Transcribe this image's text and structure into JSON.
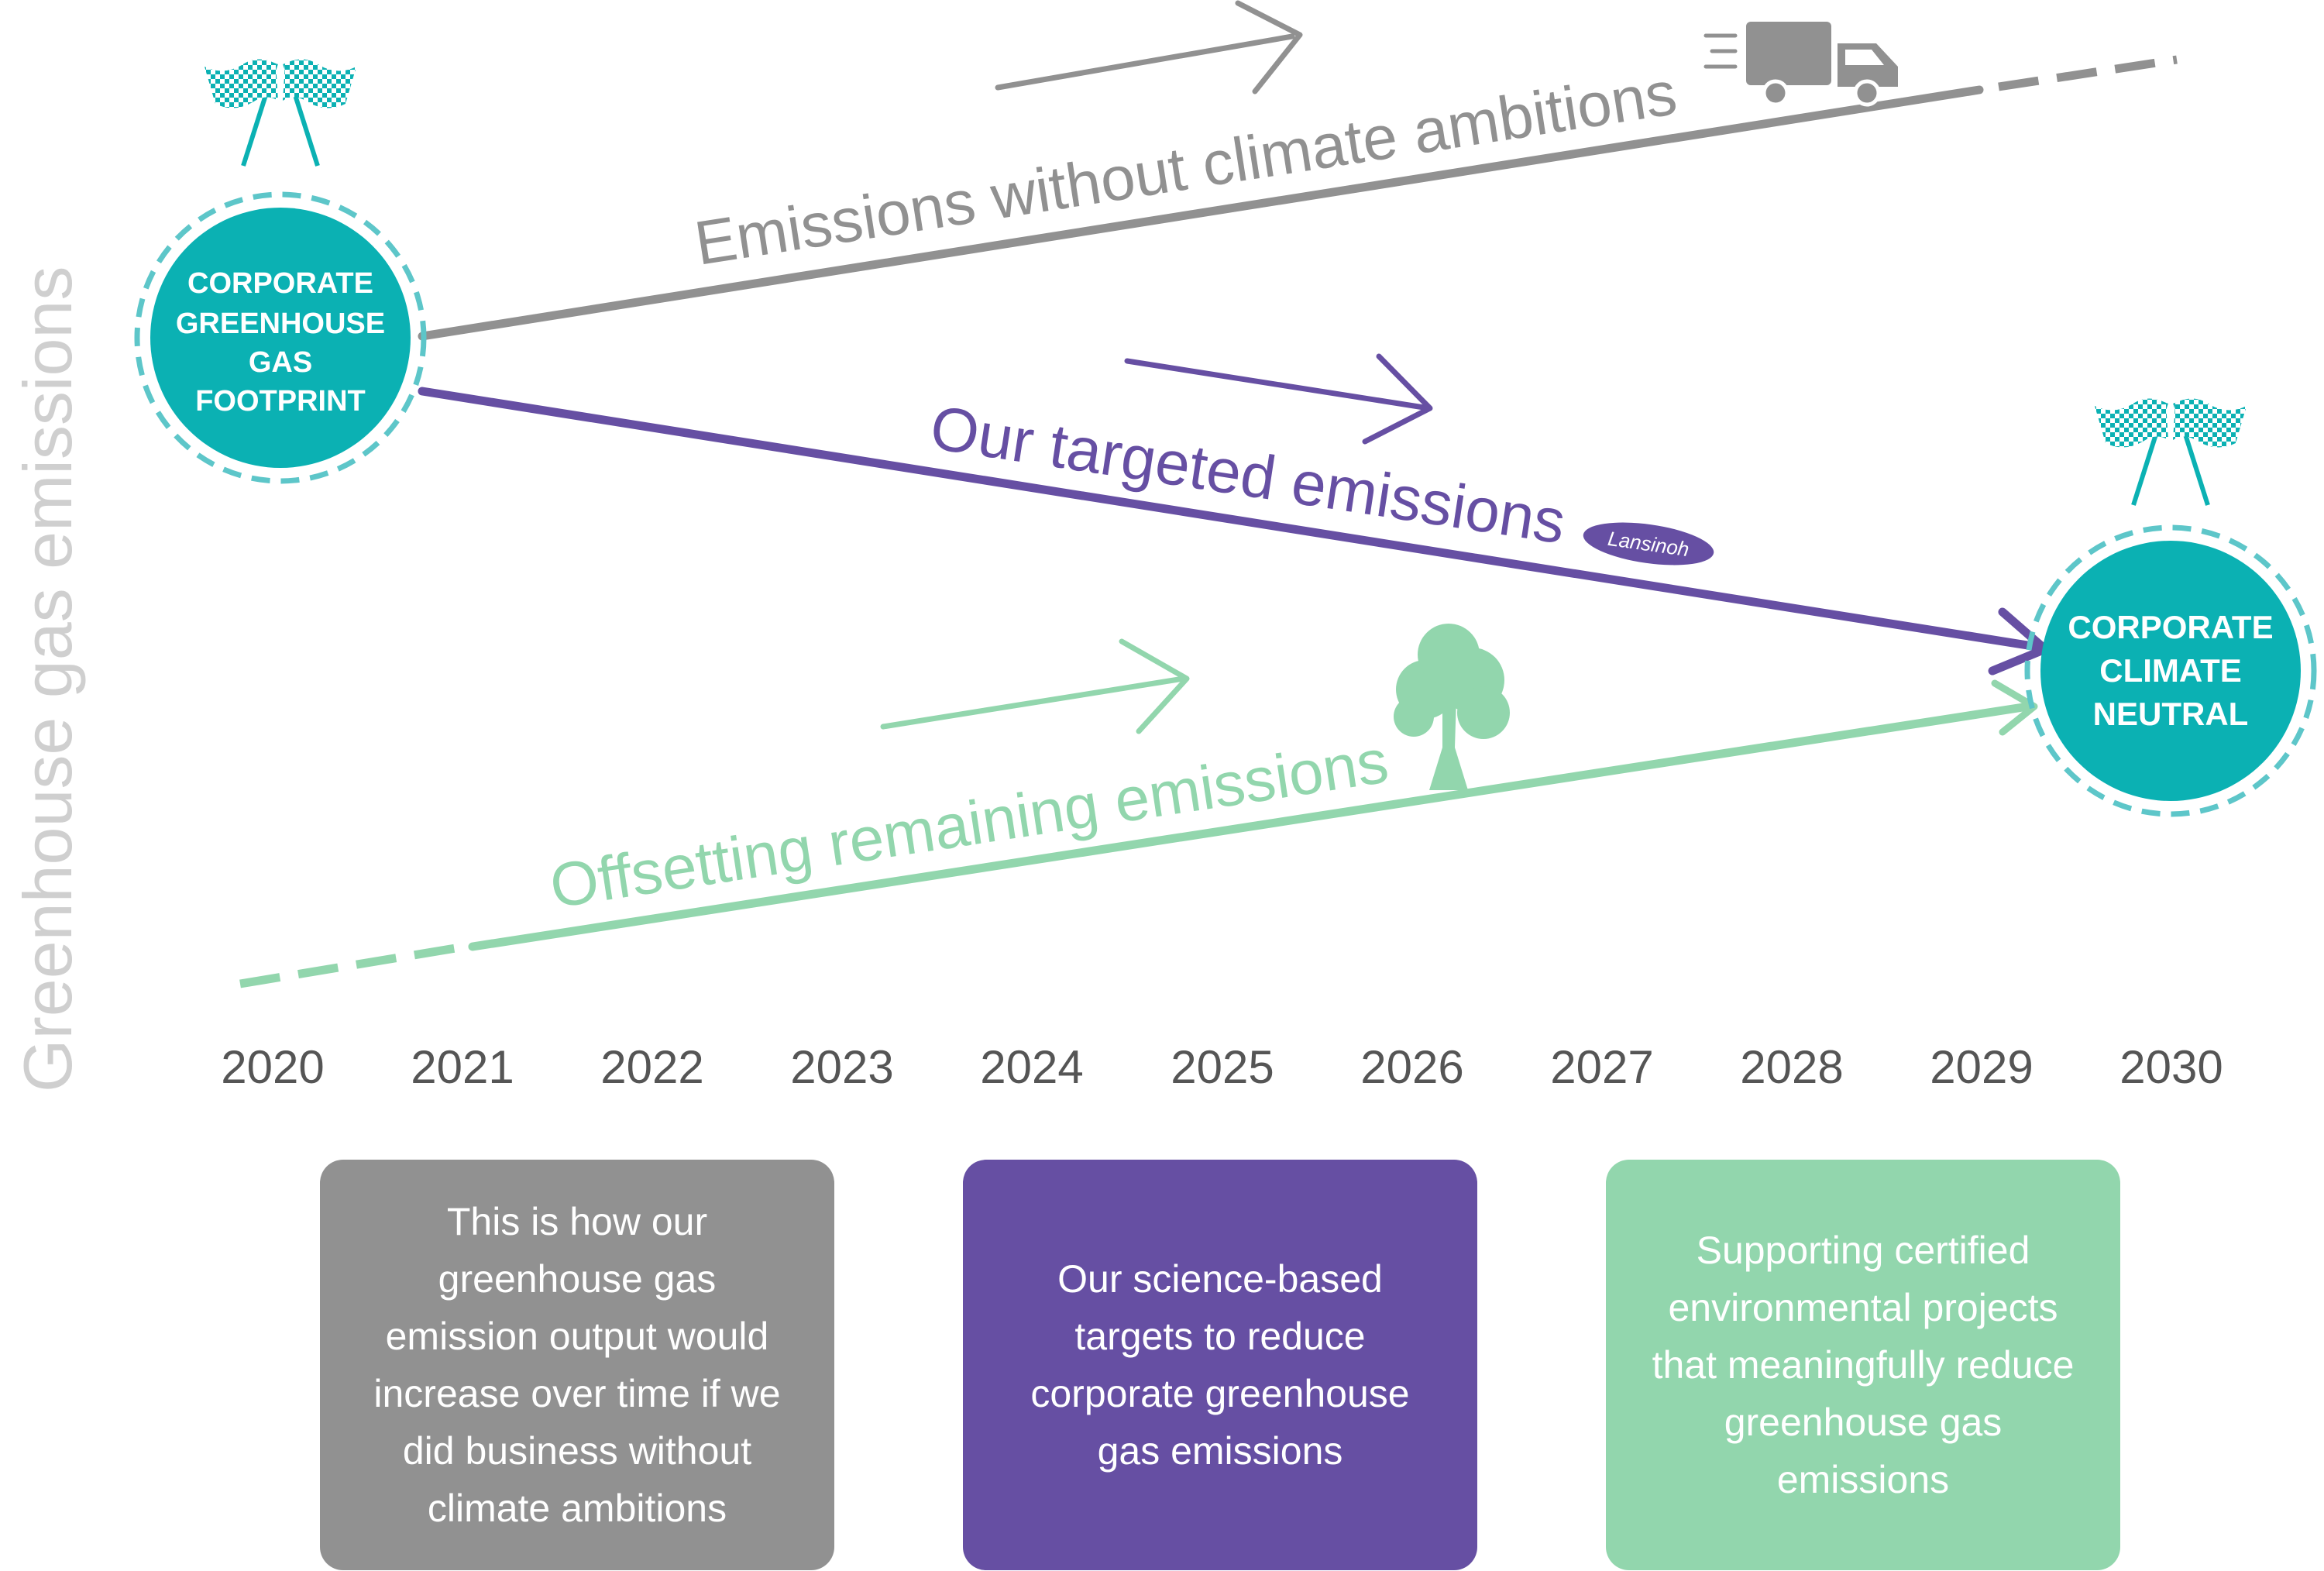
{
  "y_axis_label": "Greenhouse gas emissions",
  "years": [
    "2020",
    "2021",
    "2022",
    "2023",
    "2024",
    "2025",
    "2026",
    "2027",
    "2028",
    "2029",
    "2030"
  ],
  "start_node": {
    "lines": [
      "CORPORATE",
      "GREENHOUSE",
      "GAS",
      "FOOTPRINT"
    ],
    "icon": "checkered-flags-icon"
  },
  "end_node": {
    "lines": [
      "CORPORATE",
      "CLIMATE",
      "NEUTRAL"
    ],
    "icon": "checkered-flags-icon"
  },
  "paths": {
    "baseline": {
      "label": "Emissions without climate ambitions",
      "icon": "delivery-truck-icon",
      "color": "#919191"
    },
    "target": {
      "label": "Our targeted emissions",
      "logo": "Lansinoh",
      "color": "#664fa3"
    },
    "offset": {
      "label": "Offsetting remaining emissions",
      "icon": "tree-icon",
      "color": "#92d6ad"
    }
  },
  "boxes": {
    "baseline": {
      "text": "This is how our\ngreenhouse gas\nemission output would\nincrease over time if we\ndid business without\nclimate ambitions",
      "color": "#919191"
    },
    "target": {
      "text": "Our science-based\ntargets to reduce\ncorporate greenhouse\ngas emissions",
      "color": "#664fa3"
    },
    "offset": {
      "text": "Supporting certified\nenvironmental projects\nthat meaningfully reduce\ngreenhouse gas\nemissions",
      "color": "#92d6ad"
    }
  },
  "colors": {
    "teal": "#0bb1b3",
    "teal_light": "#5dc6c9",
    "year_text": "#555555",
    "axis_label": "#cfcfcf"
  }
}
